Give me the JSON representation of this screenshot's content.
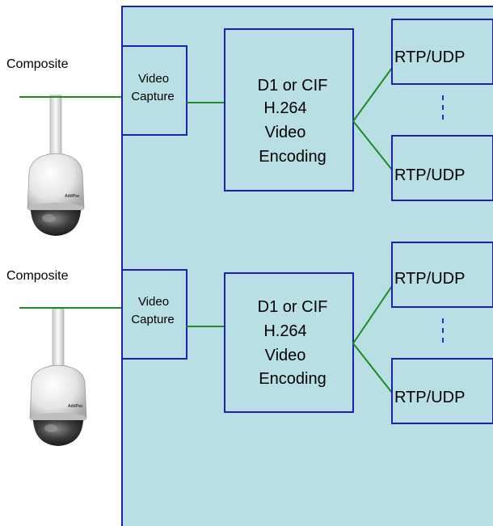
{
  "colors": {
    "panel_fill": "#b8dfe3",
    "border_blue": "#1f1fb4",
    "wire_green": "#1e8c1e",
    "dash_blue": "#2a2ad8"
  },
  "channels": [
    {
      "input_label": "Composite",
      "capture_label": [
        "Video",
        "Capture"
      ],
      "encoder_label": [
        "D1 or CIF",
        "H.264",
        "Video",
        "Encoding"
      ],
      "outputs": [
        "RTP/UDP",
        "RTP/UDP"
      ],
      "camera_logo": "AddPac",
      "camera_icon": "ptz-dome-camera-icon"
    },
    {
      "input_label": "Composite",
      "capture_label": [
        "Video",
        "Capture"
      ],
      "encoder_label": [
        "D1 or CIF",
        "H.264",
        "Video",
        "Encoding"
      ],
      "outputs": [
        "RTP/UDP",
        "RTP/UDP"
      ],
      "camera_logo": "AddPac",
      "camera_icon": "ptz-dome-camera-icon"
    }
  ]
}
